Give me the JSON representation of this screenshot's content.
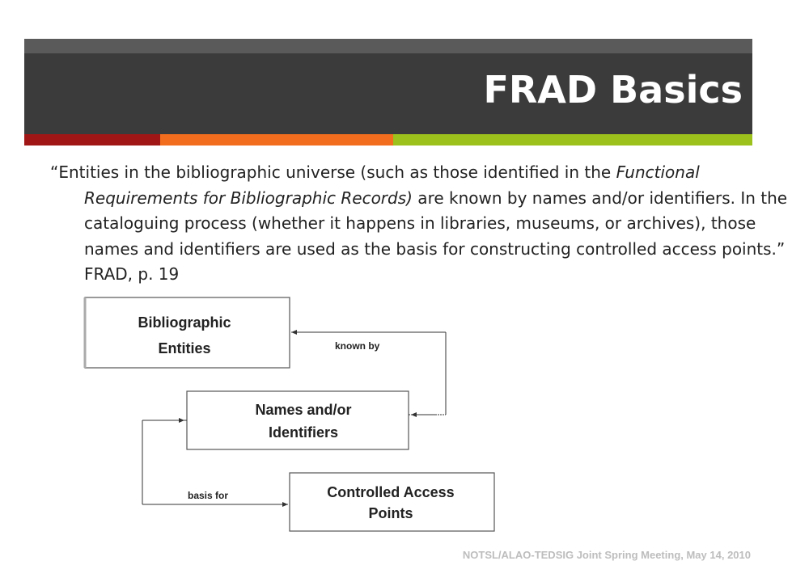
{
  "slide": {
    "title": "FRAD Basics",
    "accent_colors": [
      "#a01616",
      "#f26d1d",
      "#9cc11c"
    ],
    "header_color": "#3b3b3b"
  },
  "quote": {
    "text_before_italic": "“Entities in the bibliographic universe (such as those identified in the ",
    "italic": "Functional Requirements for Bibliographic Records)",
    "text_after_italic": " are known by names and/or identifiers. In the cataloguing process (whether it happens in libraries, museums, or archives), those names and identifiers are used as the basis for constructing controlled access points.”   FRAD, p. 19"
  },
  "diagram": {
    "nodes": {
      "bibliographic_entities": {
        "line1": "Bibliographic",
        "line2": "Entities"
      },
      "names_identifiers": {
        "line1": "Names and/or",
        "line2": "Identifiers"
      },
      "controlled_access_points": {
        "line1": "Controlled Access",
        "line2": "Points"
      }
    },
    "edges": {
      "known_by": "known by",
      "basis_for": "basis for"
    }
  },
  "footer": {
    "text": "NOTSL/ALAO-TEDSIG Joint Spring Meeting, May 14, 2010"
  }
}
